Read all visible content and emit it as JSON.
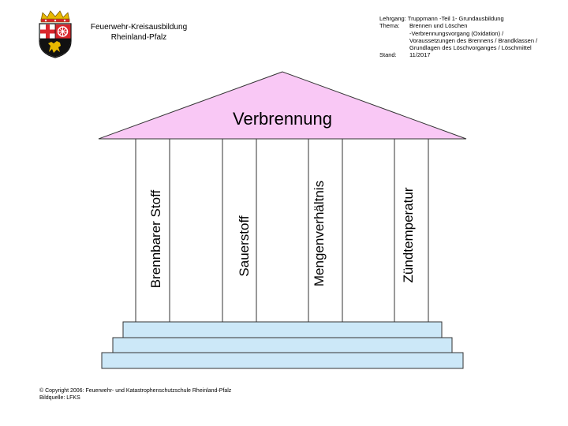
{
  "header": {
    "organization_line1": "Feuerwehr-Kreisausbildung",
    "organization_line2": "Rheinland-Pfalz",
    "course_key": "Lehrgang:",
    "course_value": "Truppmann -Teil 1- Grundausbildung",
    "topic_key": "Thema:",
    "topic_lines": [
      "Brennen und Löschen",
      "-Verbrennungsvorgang (Oxidation) /",
      "Voraussetzungen des Brennens / Brandklassen /",
      "Grundlagen des Löschvorganges / Löschmittel"
    ],
    "date_key": "Stand:",
    "date_value": "11/2017"
  },
  "diagram": {
    "roof_title": "Verbrennung",
    "pillars": [
      "Brennbarer Stoff",
      "Sauerstoff",
      "Mengenverhältnis",
      "Zündtemperatur"
    ],
    "colors": {
      "roof": "#f9c8f5",
      "pillar": "#ffffff",
      "base": "#cce8f8",
      "outline": "#333333"
    }
  },
  "footer": {
    "copyright": "© Copyright 2006: Feuerwehr- und Katastrophenschutzschule Rheinland-Pfalz",
    "image_source": "Bildquelle: LFKS"
  },
  "coat_of_arms": {
    "icon": "rheinland-pfalz-coat-of-arms-icon",
    "colors": {
      "red": "#d8262c",
      "gold": "#e8b800",
      "black": "#111111",
      "white": "#ffffff"
    }
  }
}
